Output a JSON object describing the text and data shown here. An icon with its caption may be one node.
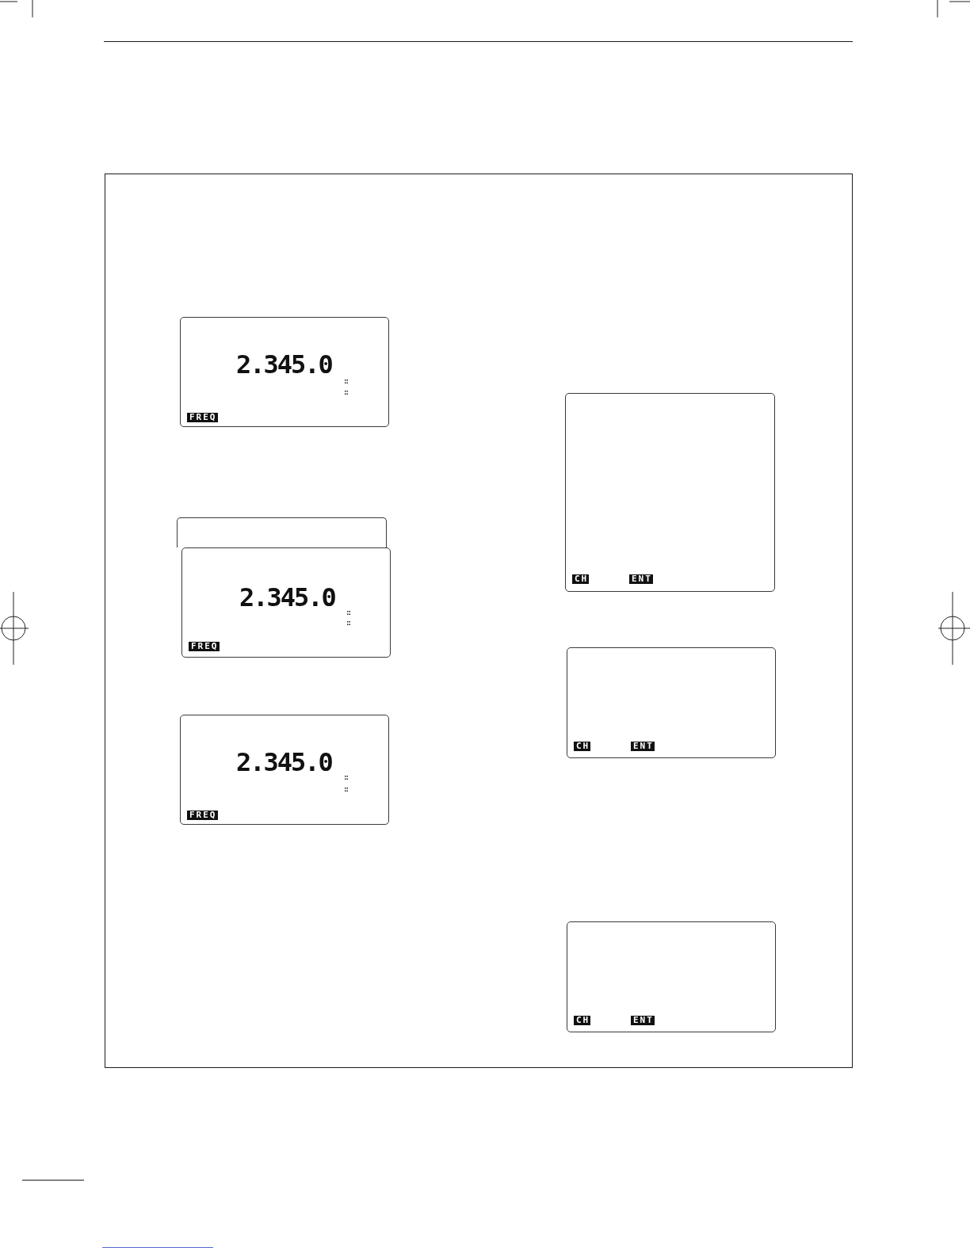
{
  "diagram": {
    "nodes": [
      {
        "text": [],
        "shape": "box"
      },
      {
        "text": [
          "2.345.0",
          "FREQ"
        ],
        "in": 0
      },
      {
        "text": [],
        "shape": "box",
        "in": 0
      },
      {
        "text": [
          "2.345.0",
          "FREQ"
        ],
        "in": 0
      },
      {
        "text": [
          "2.345.0",
          "FREQ"
        ],
        "in": 0
      },
      {
        "text": [
          "CH",
          "ENT"
        ],
        "in": 0
      },
      {
        "text": [
          "CH",
          "ENT"
        ],
        "in": 0
      },
      {
        "text": [
          "CH",
          "ENT"
        ],
        "in": 0
      }
    ]
  }
}
